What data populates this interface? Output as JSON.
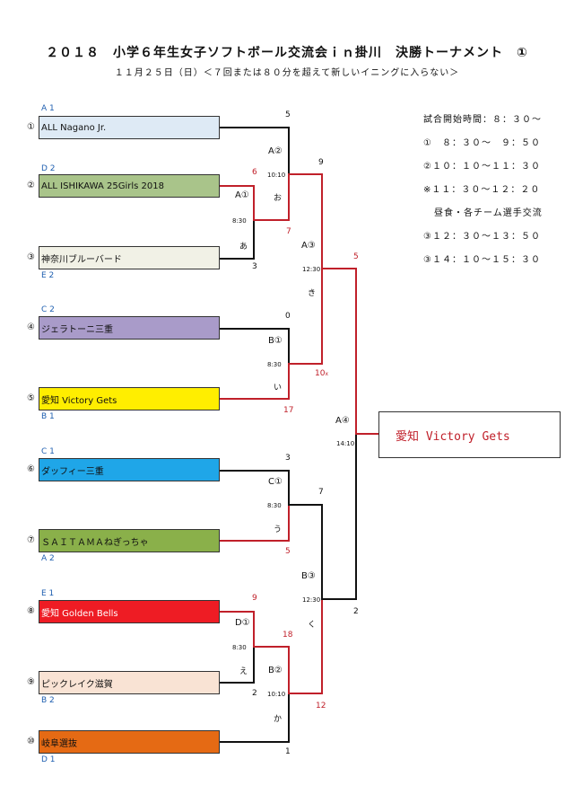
{
  "title": "２０１８　小学６年生女子ソフトボール交流会ｉｎ掛川　決勝トーナメント　①",
  "subtitle": "１１月２５日（日）＜７回または８０分を超えて新しいイニングに入らない＞",
  "teams": [
    {
      "num": "①",
      "seed": "A 1",
      "name": "ALL Nagano Jr.",
      "color": "#deeaf5"
    },
    {
      "num": "②",
      "seed": "D 2",
      "name": "ALL ISHIKAWA 25Girls 2018",
      "color": "#a9c48a"
    },
    {
      "num": "③",
      "seed": "E 2",
      "name": "神奈川ブルーバード",
      "color": "#f1f1e6"
    },
    {
      "num": "④",
      "seed": "C 2",
      "name": "ジェラトーニ三重",
      "color": "#a99bc9"
    },
    {
      "num": "⑤",
      "seed": "B 1",
      "name": "愛知 Victory Gets",
      "color": "#ffee00"
    },
    {
      "num": "⑥",
      "seed": "C 1",
      "name": "ダッフィー三重",
      "color": "#1fa6e8"
    },
    {
      "num": "⑦",
      "seed": "A 2",
      "name": "ＳＡＩＴＡＭＡねぎっちゃ",
      "color": "#8ab04a"
    },
    {
      "num": "⑧",
      "seed": "E 1",
      "name": "愛知 Golden Bells",
      "color": "#ee1c24"
    },
    {
      "num": "⑨",
      "seed": "B 2",
      "name": "ピックレイク滋賀",
      "color": "#f9e3d4"
    },
    {
      "num": "⑩",
      "seed": "D 1",
      "name": "岐阜選抜",
      "color": "#e56a14"
    }
  ],
  "matches": [
    {
      "id": "A①",
      "time": "8:30",
      "court": "あ",
      "score_top": "6",
      "score_bottom": "3"
    },
    {
      "id": "A②",
      "time": "10:10",
      "court": "お",
      "score_top": "5",
      "score_bottom": "7"
    },
    {
      "id": "B①",
      "time": "8:30",
      "court": "い",
      "score_top": "0",
      "score_bottom": "17"
    },
    {
      "id": "A③",
      "time": "12:30",
      "court": "き",
      "score_top": "9",
      "score_bottom": "10",
      "note_bottom": "x"
    },
    {
      "id": "C①",
      "time": "8:30",
      "court": "う",
      "score_top": "3",
      "score_bottom": "5"
    },
    {
      "id": "D①",
      "time": "8:30",
      "court": "え",
      "score_top": "9",
      "score_bottom": "2"
    },
    {
      "id": "B②",
      "time": "10:10",
      "court": "か",
      "score_top": "18",
      "score_bottom": "1"
    },
    {
      "id": "B③",
      "time": "12:30",
      "court": "く",
      "score_top": "7",
      "score_bottom": "12"
    },
    {
      "id": "A④",
      "time": "14:10",
      "score_top": "5",
      "score_bottom": "2"
    }
  ],
  "champion": "愛知 Victory Gets",
  "schedule": [
    "試合開始時間：８：３０～",
    "①　８：３０～　９：５０",
    "②１０：１０～１１：３０",
    "※１１：３０～１２：２０",
    "昼食・各チーム選手交流",
    "③１２：３０～１３：５０",
    "③１４：１０～１５：３０"
  ],
  "colors": {
    "winner_line": "#c0202a",
    "line": "#111111",
    "seed_label": "#1f5fb0"
  }
}
